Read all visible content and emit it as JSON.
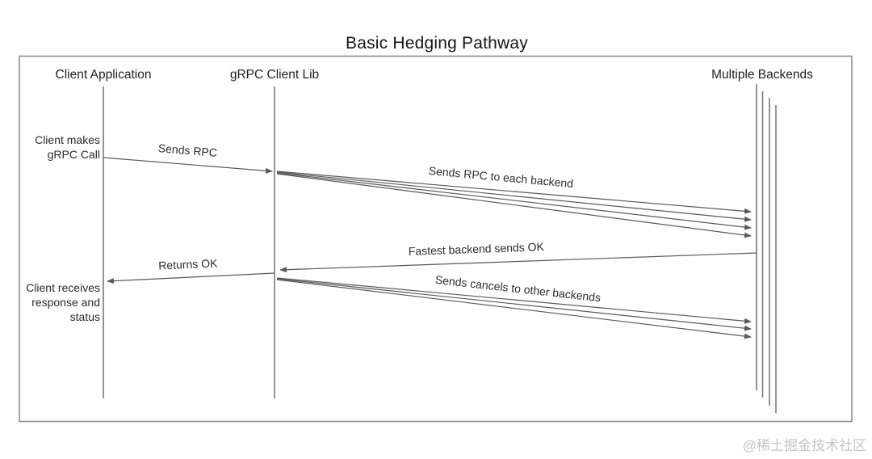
{
  "title": "Basic Hedging Pathway",
  "actors": {
    "client_app": "Client Application",
    "grpc_lib": "gRPC Client Lib",
    "backends": "Multiple Backends"
  },
  "notes": {
    "client_makes": [
      "Client makes",
      "gRPC Call"
    ],
    "client_receives": [
      "Client receives",
      "response and",
      "status"
    ]
  },
  "messages": {
    "sends_rpc": "Sends RPC",
    "sends_rpc_each": "Sends RPC to each backend",
    "fastest_ok": "Fastest backend sends OK",
    "returns_ok": "Returns OK",
    "sends_cancels": "Sends cancels to other backends"
  },
  "watermark": "@稀土掘金技术社区",
  "colors": {
    "background": "#fefefe",
    "frame_stroke": "#8f8f8f",
    "lifeline_stroke": "#7a7a7a",
    "arrow_stroke": "#5a5a5a",
    "text": "#222222",
    "watermark": "#c6c6c6"
  }
}
